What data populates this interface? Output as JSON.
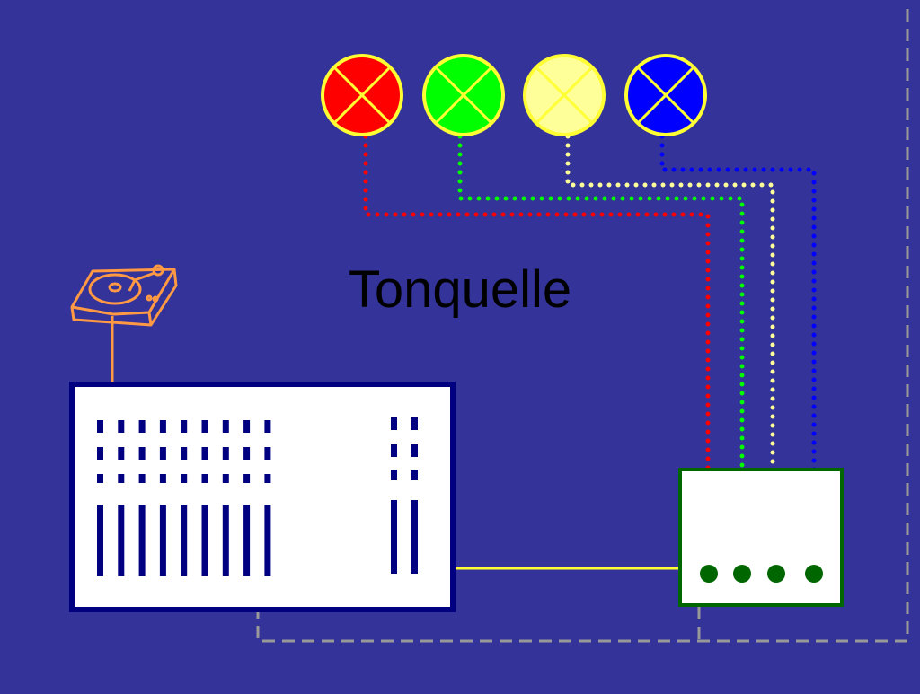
{
  "diagram": {
    "title": "Tonquelle",
    "colors": {
      "background": "#333399",
      "red": "#ff0000",
      "green": "#00ff00",
      "yellow": "#ffff99",
      "blue": "#0000ff",
      "cross_and_ring": "#ffff33",
      "turntable": "#ff9944",
      "mixer_border": "#000080",
      "controller_border": "#006600",
      "controller_knob": "#006600",
      "audio_line": "#ffff33",
      "dashed_boundary": "#999999"
    },
    "lamps": [
      {
        "name": "red-lamp",
        "color": "red"
      },
      {
        "name": "green-lamp",
        "color": "green"
      },
      {
        "name": "yellow-lamp",
        "color": "yellow"
      },
      {
        "name": "blue-lamp",
        "color": "blue"
      }
    ],
    "icons": {
      "turntable": "turntable-icon",
      "mixer": "mixing-desk-icon",
      "controller": "light-controller-icon",
      "lamp": "lamp-symbol-icon"
    }
  }
}
